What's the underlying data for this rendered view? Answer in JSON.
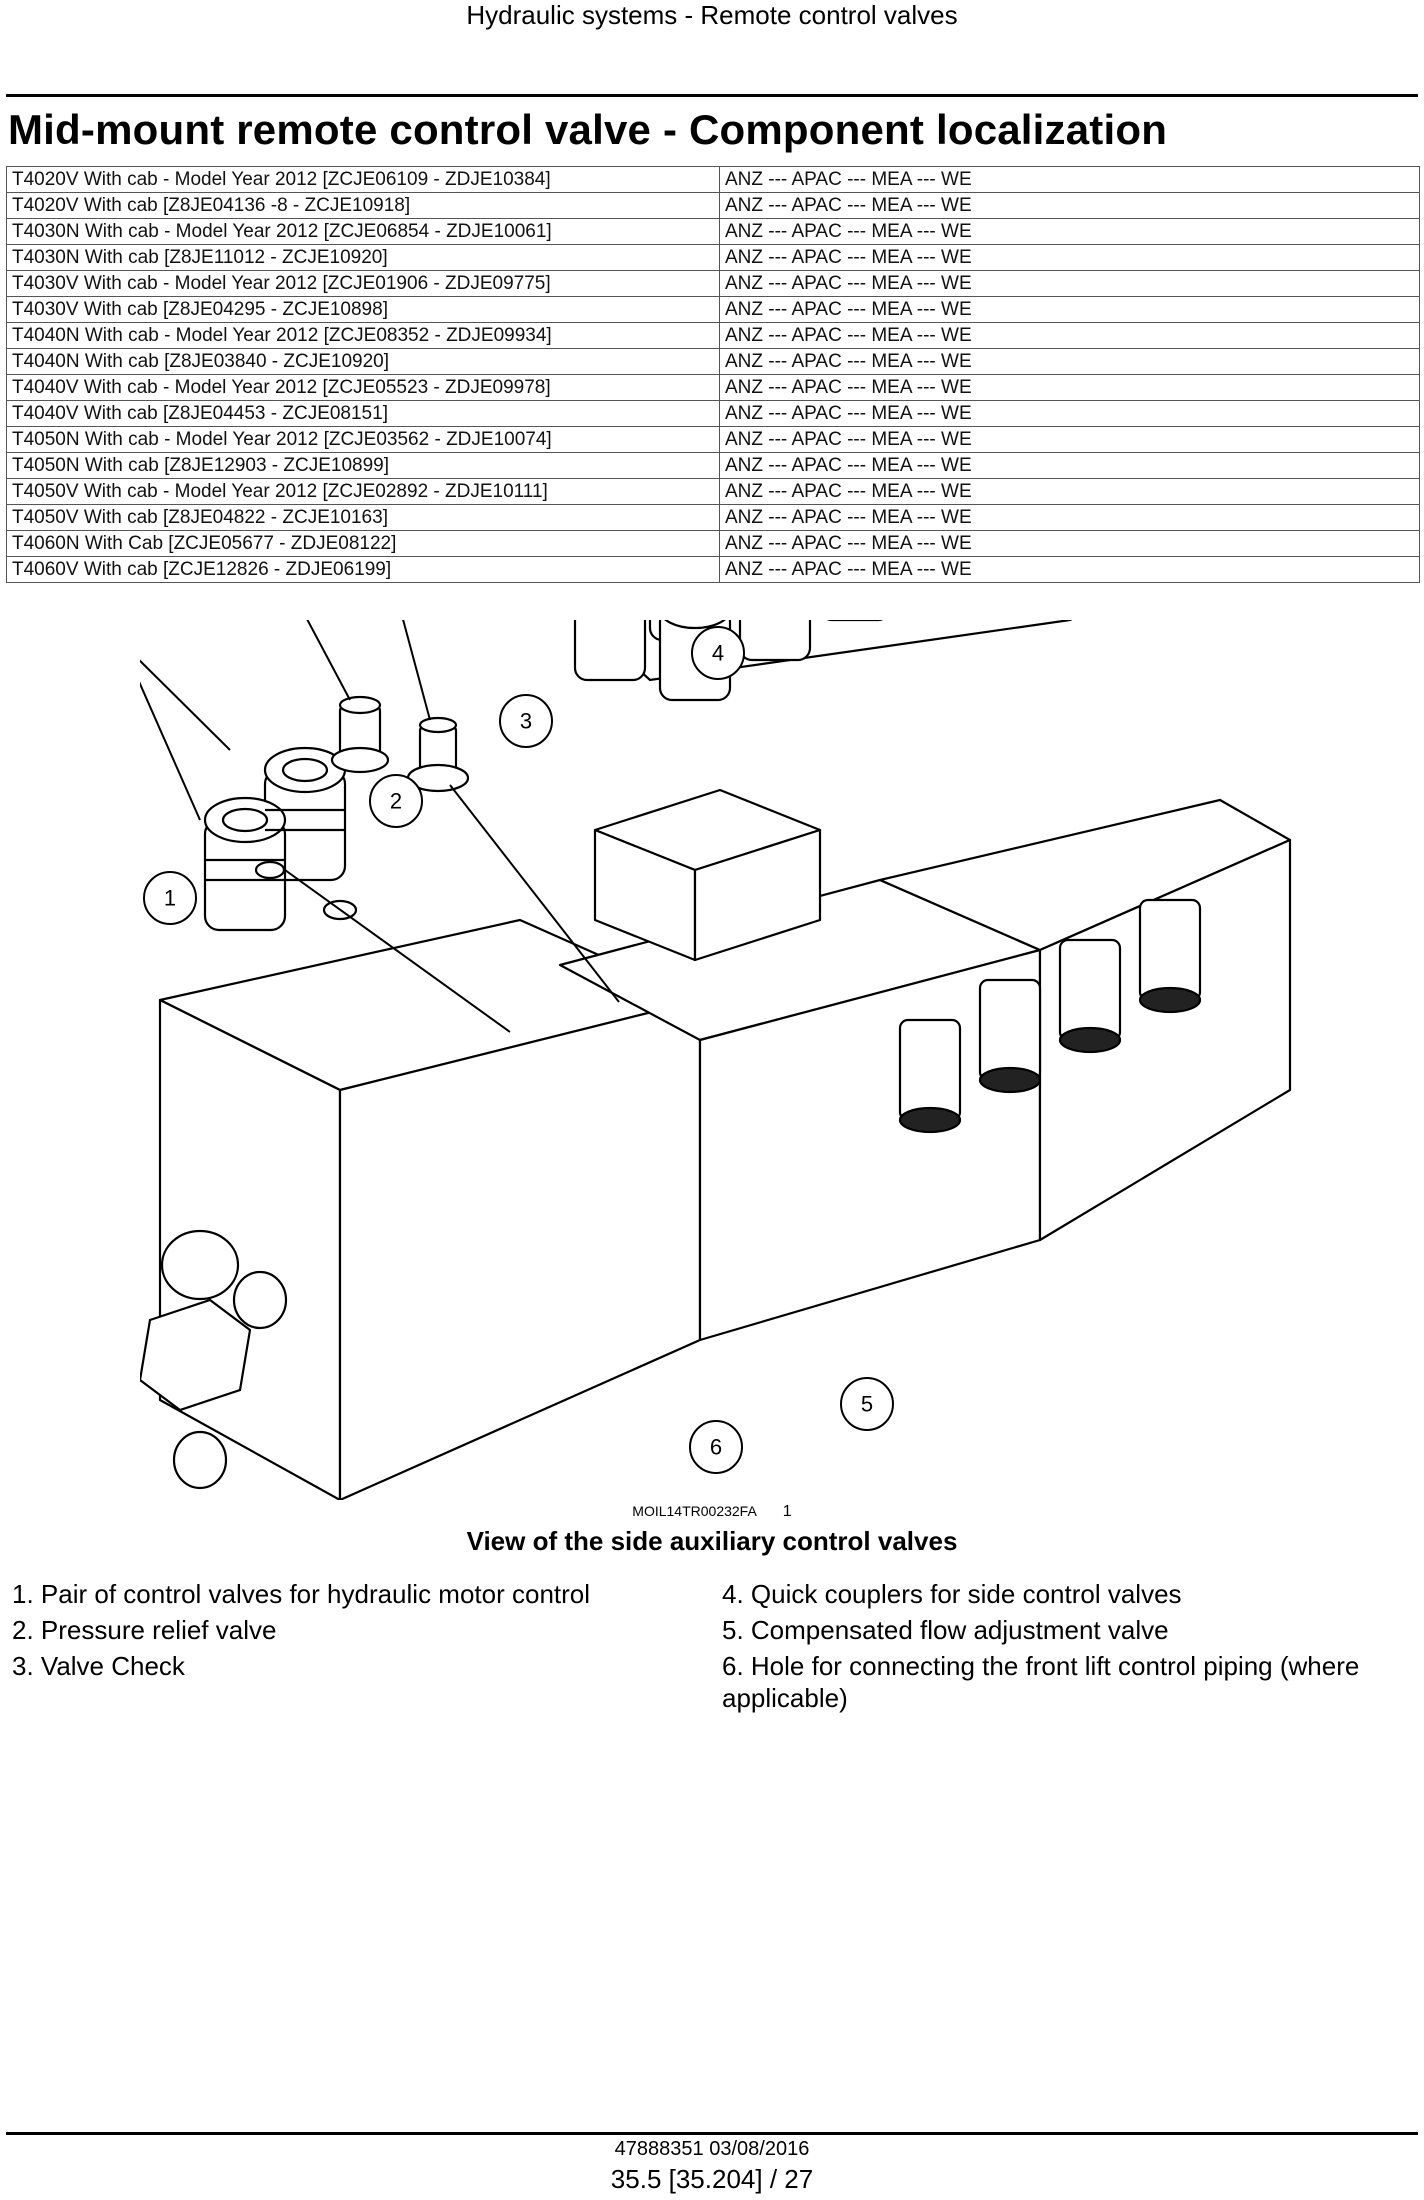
{
  "header": {
    "running_title": "Hydraulic systems - Remote control valves"
  },
  "title": "Mid-mount remote control valve - Component localization",
  "applicability": [
    {
      "model": "T4020V With cab - Model Year 2012 [ZCJE06109 - ZDJE10384]",
      "markets": "ANZ --- APAC --- MEA --- WE"
    },
    {
      "model": "T4020V With cab [Z8JE04136 -8 - ZCJE10918]",
      "markets": "ANZ --- APAC --- MEA --- WE"
    },
    {
      "model": "T4030N With cab - Model Year 2012 [ZCJE06854 - ZDJE10061]",
      "markets": "ANZ --- APAC --- MEA --- WE"
    },
    {
      "model": "T4030N With cab [Z8JE11012 - ZCJE10920]",
      "markets": "ANZ --- APAC --- MEA --- WE"
    },
    {
      "model": "T4030V With cab - Model Year 2012 [ZCJE01906 - ZDJE09775]",
      "markets": "ANZ --- APAC --- MEA --- WE"
    },
    {
      "model": "T4030V With cab [Z8JE04295 - ZCJE10898]",
      "markets": "ANZ --- APAC --- MEA --- WE"
    },
    {
      "model": "T4040N With cab - Model Year 2012 [ZCJE08352 - ZDJE09934]",
      "markets": "ANZ --- APAC --- MEA --- WE"
    },
    {
      "model": "T4040N With cab [Z8JE03840 - ZCJE10920]",
      "markets": "ANZ --- APAC --- MEA --- WE"
    },
    {
      "model": "T4040V With cab - Model Year 2012 [ZCJE05523 - ZDJE09978]",
      "markets": "ANZ --- APAC --- MEA --- WE"
    },
    {
      "model": "T4040V With cab [Z8JE04453 - ZCJE08151]",
      "markets": "ANZ --- APAC --- MEA --- WE"
    },
    {
      "model": "T4050N With cab - Model Year 2012 [ZCJE03562 - ZDJE10074]",
      "markets": "ANZ --- APAC --- MEA --- WE"
    },
    {
      "model": "T4050N With cab [Z8JE12903 - ZCJE10899]",
      "markets": "ANZ --- APAC --- MEA --- WE"
    },
    {
      "model": "T4050V With cab - Model Year 2012 [ZCJE02892 - ZDJE10111]",
      "markets": "ANZ --- APAC --- MEA --- WE"
    },
    {
      "model": "T4050V With cab [Z8JE04822 - ZCJE10163]",
      "markets": "ANZ --- APAC --- MEA --- WE"
    },
    {
      "model": "T4060N With Cab [ZCJE05677 - ZDJE08122]",
      "markets": "ANZ --- APAC --- MEA --- WE"
    },
    {
      "model": "T4060V With cab [ZCJE12826 - ZDJE06199]",
      "markets": "ANZ --- APAC --- MEA --- WE"
    }
  ],
  "figure": {
    "callouts": [
      "1",
      "2",
      "3",
      "4",
      "5",
      "6"
    ],
    "code": "MOIL14TR00232FA",
    "number": "1",
    "caption": "View of the side auxiliary control valves"
  },
  "legend_left": [
    "1. Pair of control valves for hydraulic motor control",
    "2.  Pressure relief valve",
    "3.  Valve Check"
  ],
  "legend_right": [
    "4.  Quick couplers for side control valves",
    "5.  Compensated flow adjustment valve",
    "6.  Hole for connecting the front lift control piping (where applicable)"
  ],
  "footer": {
    "doc_id": "47888351 03/08/2016",
    "page": "35.5 [35.204] / 27"
  }
}
